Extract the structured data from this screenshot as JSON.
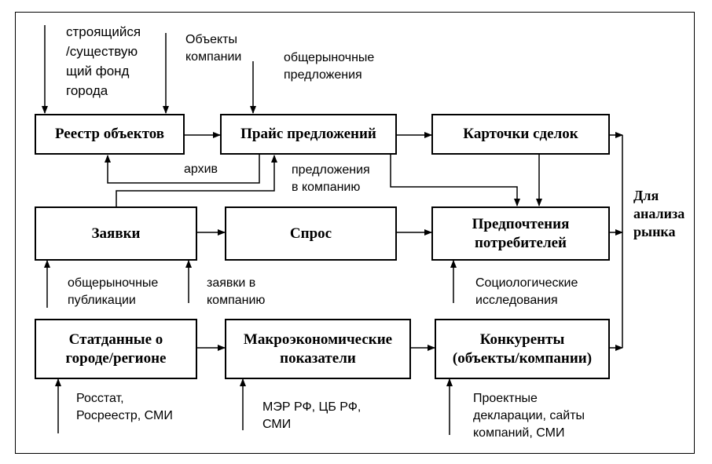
{
  "boxes": {
    "reestr": "Реестр объектов",
    "prais": "Прайс предложений",
    "kartochki": "Карточки сделок",
    "zayavki": "Заявки",
    "spros": "Спрос",
    "predpochteniya": "Предпочтения\nпотребителей",
    "statdannye": "Статданные о\nгороде/регионе",
    "makro": "Макроэкономические\nпоказатели",
    "konkurenty": "Конкуренты\n(объекты/компании)"
  },
  "labels": {
    "fond": "строящийся\n/существую\nщий фонд\nгорода",
    "obekty": "Объекты\nкомпании",
    "obscherynochnye_predlozheniya": "общерыночные\nпредложения",
    "arhiv": "архив",
    "predlozheniya_v_kompaniyu": "предложения\nв компанию",
    "obscherynochnye_publikatsii": "общерыночные\nпубликации",
    "zayavki_v_kompaniyu": "заявки в\nкомпанию",
    "sotsiologicheskie": "Социологические\nисследования",
    "rosstat": "Росстат,\nРосреестр, СМИ",
    "mer": "МЭР РФ, ЦБ РФ,\nСМИ",
    "proektnye": "Проектные\nдекларации, сайты\nкомпаний, СМИ",
    "dlya_analiza": "Для\nанализа\nрынка"
  }
}
